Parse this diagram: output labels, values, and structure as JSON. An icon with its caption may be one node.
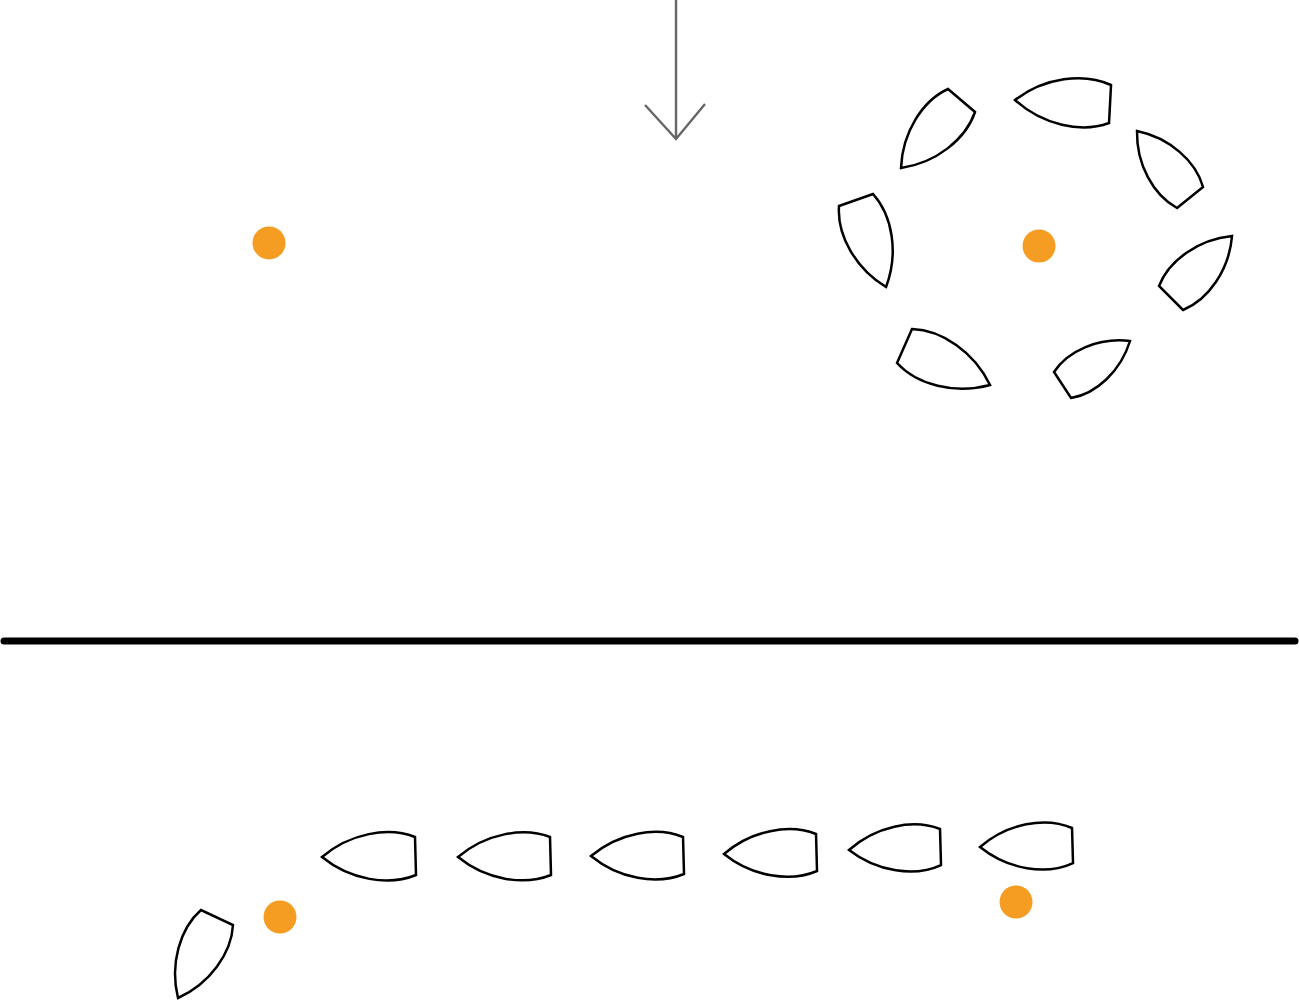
{
  "diagram": {
    "nodes": [
      {
        "text": [],
        "shape": "circle"
      },
      {
        "text": [],
        "shape": "boat"
      },
      {
        "text": [],
        "shape": "boat"
      },
      {
        "text": [],
        "shape": "boat"
      },
      {
        "text": [],
        "shape": "boat"
      },
      {
        "text": [],
        "shape": "boat"
      },
      {
        "text": [],
        "shape": "boat"
      },
      {
        "text": [],
        "shape": "boat"
      },
      {
        "text": [],
        "shape": "circle"
      },
      {
        "text": [],
        "shape": "boat"
      },
      {
        "text": [],
        "shape": "circle"
      },
      {
        "text": [],
        "shape": "boat"
      },
      {
        "text": [],
        "shape": "boat"
      },
      {
        "text": [],
        "shape": "boat"
      },
      {
        "text": [],
        "shape": "boat"
      },
      {
        "text": [],
        "shape": "boat"
      },
      {
        "text": [],
        "shape": "boat"
      },
      {
        "text": [],
        "shape": "circle"
      }
    ]
  }
}
